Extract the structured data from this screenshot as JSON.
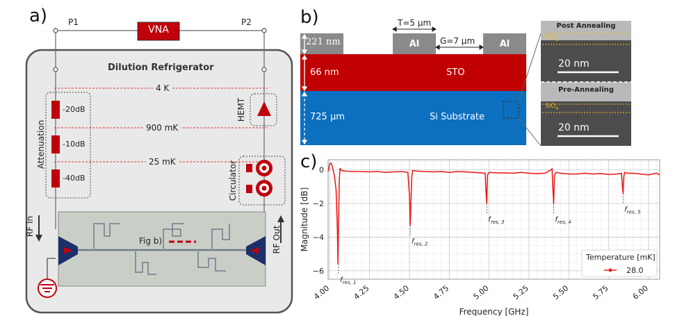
{
  "panel_a": {
    "letter": "a)",
    "p1": "P1",
    "p2": "P2",
    "vna": "VNA",
    "fridge_title": "Dilution Refrigerator",
    "temps": [
      "4 K",
      "900 mK",
      "25 mK"
    ],
    "attenuators": [
      "-20dB",
      "-10dB",
      "-40dB"
    ],
    "attenuation_label": "Attenuation",
    "hemt_label": "HEMT",
    "circulator_label": "Circulator",
    "rf_in": "RF In",
    "rf_out": "RF Out",
    "fig_b_label": "Fig b)",
    "colors": {
      "red": "#c0000b",
      "navy": "#1c2f6b",
      "fridge_bg": "#e9e9e9"
    }
  },
  "panel_b": {
    "letter": "b)",
    "t_label": "T=5 μm",
    "g_label": "G=7 μm",
    "al_label": "Al",
    "thick_al": "221 nm",
    "thick_sto": "66 nm",
    "thick_si": "725 μm",
    "sto_label": "STO",
    "si_label": "Si Substrate",
    "sem_top_label": "Post Annealing",
    "sem_bottom_label": "Pre-Annealing",
    "sio2": "SiO",
    "sio2_sub": "x",
    "scale": "20 nm",
    "colors": {
      "sto": "#c00000",
      "si": "#0c6fbf",
      "al": "#8a8a8a"
    }
  },
  "panel_c": {
    "letter": "c)"
  },
  "chart_data": {
    "type": "line",
    "xlabel": "Frequency [GHz]",
    "ylabel": "Magnitude [dB]",
    "xlim": [
      3.99,
      6.07
    ],
    "ylim": [
      -6.5,
      0.6
    ],
    "xticks": [
      "4.00",
      "4.25",
      "4.50",
      "4.75",
      "5.00",
      "5.25",
      "5.50",
      "5.75",
      "6.00"
    ],
    "yticks": [
      "0",
      "−2",
      "−4",
      "−6"
    ],
    "grid": true,
    "legend_title": "Temperature [mK]",
    "legend_position": "bottom-right",
    "series": [
      {
        "name": "28.0",
        "color": "#e8201f",
        "x": [
          3.99,
          4.0,
          4.01,
          4.02,
          4.03,
          4.04,
          4.048,
          4.052,
          4.056,
          4.06,
          4.065,
          4.07,
          4.08,
          4.1,
          4.15,
          4.2,
          4.25,
          4.3,
          4.35,
          4.4,
          4.45,
          4.49,
          4.5,
          4.505,
          4.51,
          4.515,
          4.52,
          4.53,
          4.55,
          4.6,
          4.65,
          4.7,
          4.75,
          4.8,
          4.85,
          4.9,
          4.95,
          4.975,
          4.98,
          4.985,
          4.99,
          5.0,
          5.05,
          5.1,
          5.15,
          5.2,
          5.25,
          5.3,
          5.35,
          5.38,
          5.395,
          5.4,
          5.405,
          5.41,
          5.42,
          5.45,
          5.5,
          5.55,
          5.6,
          5.65,
          5.7,
          5.75,
          5.8,
          5.83,
          5.835,
          5.84,
          5.845,
          5.85,
          5.87,
          5.9,
          5.95,
          6.0,
          6.05,
          6.07
        ],
        "y": [
          -0.1,
          0.35,
          0.4,
          0.05,
          -0.4,
          -1.2,
          -3.5,
          -5.6,
          -3.0,
          -0.6,
          0.1,
          0.0,
          -0.05,
          -0.08,
          -0.1,
          -0.1,
          -0.12,
          -0.1,
          -0.15,
          -0.12,
          -0.1,
          -0.15,
          -1.5,
          -3.3,
          -1.8,
          -0.4,
          -0.05,
          -0.05,
          -0.08,
          -0.1,
          -0.12,
          -0.1,
          -0.15,
          -0.1,
          -0.12,
          -0.15,
          -0.18,
          -0.2,
          -1.2,
          -2.0,
          -0.3,
          -0.15,
          -0.18,
          -0.18,
          -0.2,
          -0.15,
          -0.2,
          -0.22,
          -0.2,
          -0.05,
          0.05,
          -1.2,
          -2.0,
          -0.3,
          -0.15,
          -0.2,
          -0.25,
          -0.25,
          -0.2,
          -0.25,
          -0.22,
          -0.28,
          -0.25,
          -0.2,
          -0.9,
          -1.4,
          -0.4,
          -0.15,
          -0.2,
          -0.2,
          -0.25,
          -0.3,
          -0.2,
          -0.3
        ]
      }
    ],
    "annotations": [
      {
        "text": "f",
        "sub": "res, 1",
        "x": 4.056,
        "y": -5.6
      },
      {
        "text": "f",
        "sub": "res, 2",
        "x": 4.505,
        "y": -3.3
      },
      {
        "text": "f",
        "sub": "res, 3",
        "x": 4.985,
        "y": -2.0
      },
      {
        "text": "f",
        "sub": "res, 4",
        "x": 5.405,
        "y": -2.0
      },
      {
        "text": "f",
        "sub": "res, 5",
        "x": 5.84,
        "y": -1.4
      }
    ]
  }
}
